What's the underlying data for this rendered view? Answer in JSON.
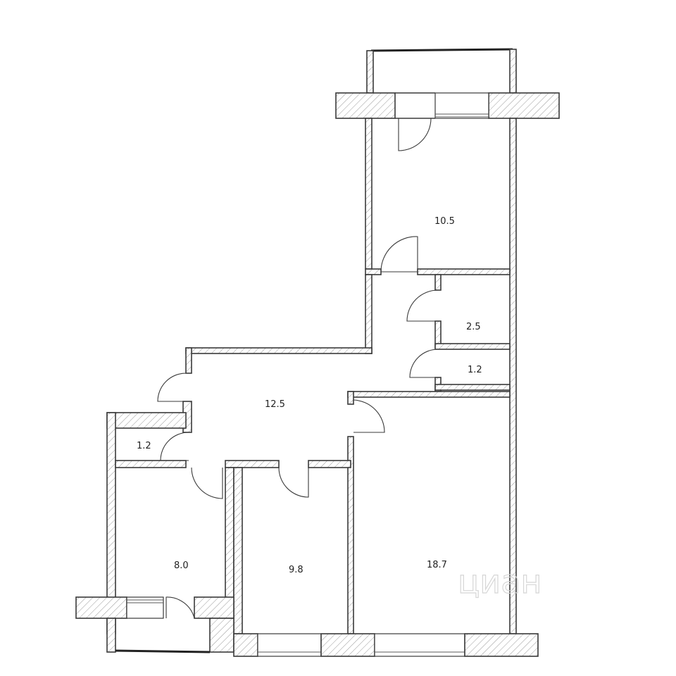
{
  "rooms": {
    "room_top_right": {
      "area": "10.5"
    },
    "room_closet": {
      "area": "2.5"
    },
    "room_wc": {
      "area": "1.2"
    },
    "room_hall": {
      "area": "12.5"
    },
    "room_small_left": {
      "area": "1.2"
    },
    "room_bottom_left": {
      "area": "8.0"
    },
    "room_bottom_middle": {
      "area": "9.8"
    },
    "room_bottom_right": {
      "area": "18.7"
    }
  },
  "watermark": {
    "text": "циан"
  }
}
